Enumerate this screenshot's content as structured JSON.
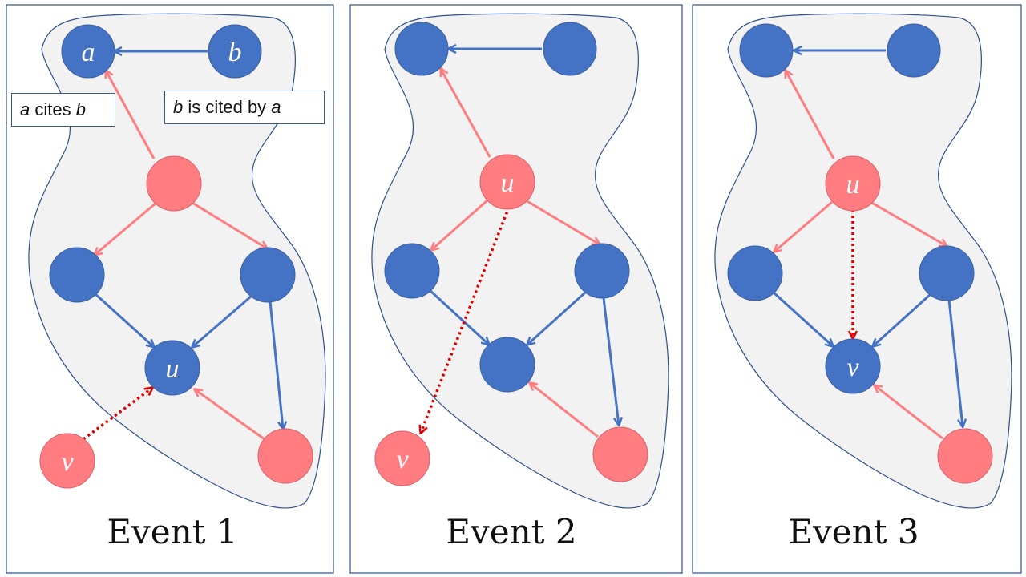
{
  "events": [
    {
      "title": "Event 1",
      "nodes": {
        "a": "a",
        "b": "b",
        "l": "",
        "r": "",
        "top": "",
        "center": "u",
        "br": "",
        "bl": "v"
      }
    },
    {
      "title": "Event 2",
      "nodes": {
        "a": "",
        "b": "",
        "l": "",
        "r": "",
        "top": "u",
        "center": "",
        "br": "",
        "bl": "v"
      }
    },
    {
      "title": "Event 3",
      "nodes": {
        "a": "",
        "b": "",
        "l": "",
        "r": "",
        "top": "u",
        "center": "v",
        "br": "",
        "bl": ""
      }
    }
  ],
  "legend": {
    "cites": {
      "var1": "a",
      "text": " cites ",
      "var2": "b"
    },
    "cited_by": {
      "var1": "b",
      "text": " is cited by ",
      "var2": "a"
    }
  },
  "colors": {
    "blue_node": "#4472c4",
    "red_node": "#ff7c80",
    "blue_edge": "#4472c4",
    "red_edge": "#ff7c80",
    "dotted_edge": "#e00000",
    "region_fill": "#f2f2f2",
    "region_stroke": "#2f4f8f"
  }
}
